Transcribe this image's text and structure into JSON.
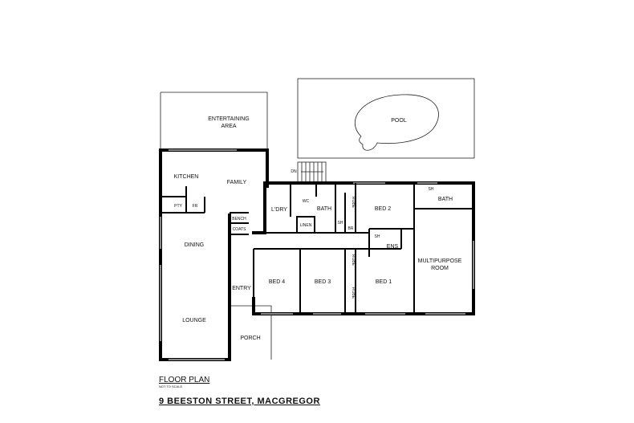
{
  "rooms": {
    "entertaining": "ENTERTAINING",
    "entertaining2": "AREA",
    "pool": "POOL",
    "kitchen": "KITCHEN",
    "family": "FAMILY",
    "pty": "PTY",
    "fr": "FR",
    "bench": "BENCH",
    "coats": "COATS",
    "dining": "DINING",
    "entry": "ENTRY",
    "lounge": "LOUNGE",
    "porch": "PORCH",
    "ldry": "L'DRY",
    "wc": "WC",
    "bath": "BATH",
    "linen": "LINEN",
    "sh1": "SH",
    "br": "BR",
    "robe1": "ROBE",
    "bed2": "BED 2",
    "sh2": "SH",
    "ens": "ENS",
    "sh3": "SH",
    "bath2": "BATH",
    "multi1": "MULTIPURPOSE",
    "multi2": "ROOM",
    "bed4": "BED 4",
    "bed3": "BED 3",
    "robe2": "ROBE",
    "robe3": "ROBE",
    "bed1": "BED 1",
    "dn": "DN"
  },
  "footer": {
    "title": "FLOOR PLAN",
    "scale_note": "NOT TO SCALE",
    "address": "9 BEESTON STREET, MACGREGOR"
  }
}
